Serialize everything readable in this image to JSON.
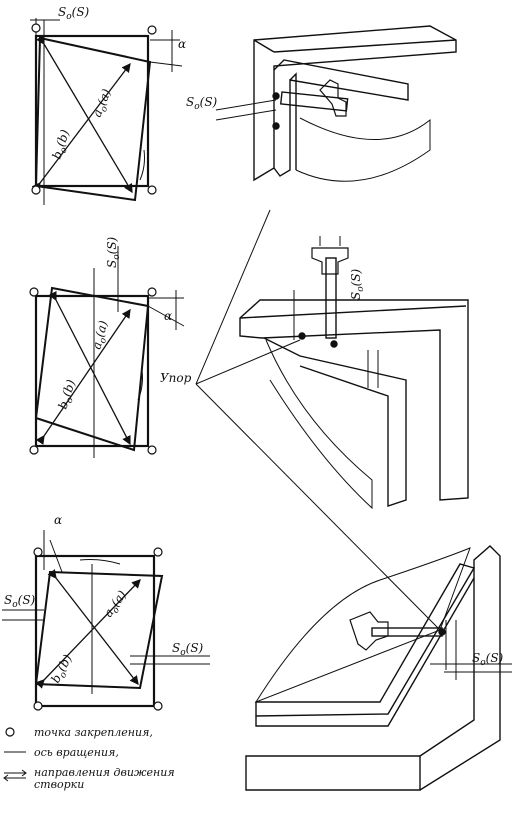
{
  "labels": {
    "gap": "S",
    "gap_sub": "o",
    "gap_paren": "(S)",
    "diag_a": "a",
    "diag_a_sub": "o",
    "diag_a_paren": "(a)",
    "diag_b": "b",
    "diag_b_sub": "o",
    "diag_b_paren": "(b)",
    "angle": "α",
    "stop": "Упор"
  },
  "legend": [
    {
      "icon": "circle-icon",
      "text": "точка закрепления,"
    },
    {
      "icon": "line-icon",
      "text": "ось вращения,"
    },
    {
      "icon": "double-arrow-icon",
      "text": "направления движения"
    },
    {
      "icon": "",
      "text": "створки"
    }
  ],
  "colors": {
    "ink": "#111111",
    "paper": "#ffffff"
  }
}
